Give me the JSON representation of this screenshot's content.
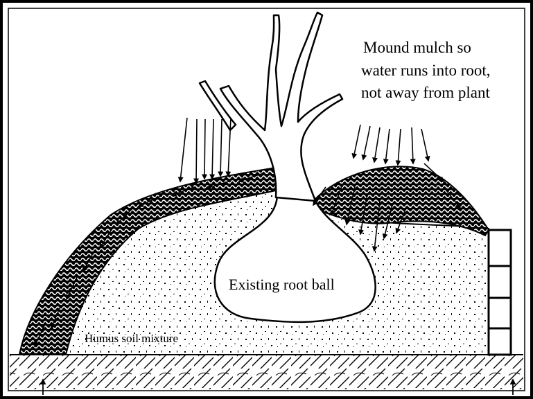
{
  "diagram": {
    "labels": {
      "callout_line1": "Mound mulch so",
      "callout_line2": "water runs into root,",
      "callout_line3": "not away from plant",
      "root_ball": "Existing root ball",
      "soil": "Humus soil mixture"
    },
    "colors": {
      "ink": "#000000",
      "paper": "#ffffff",
      "frame": "#000000"
    }
  }
}
